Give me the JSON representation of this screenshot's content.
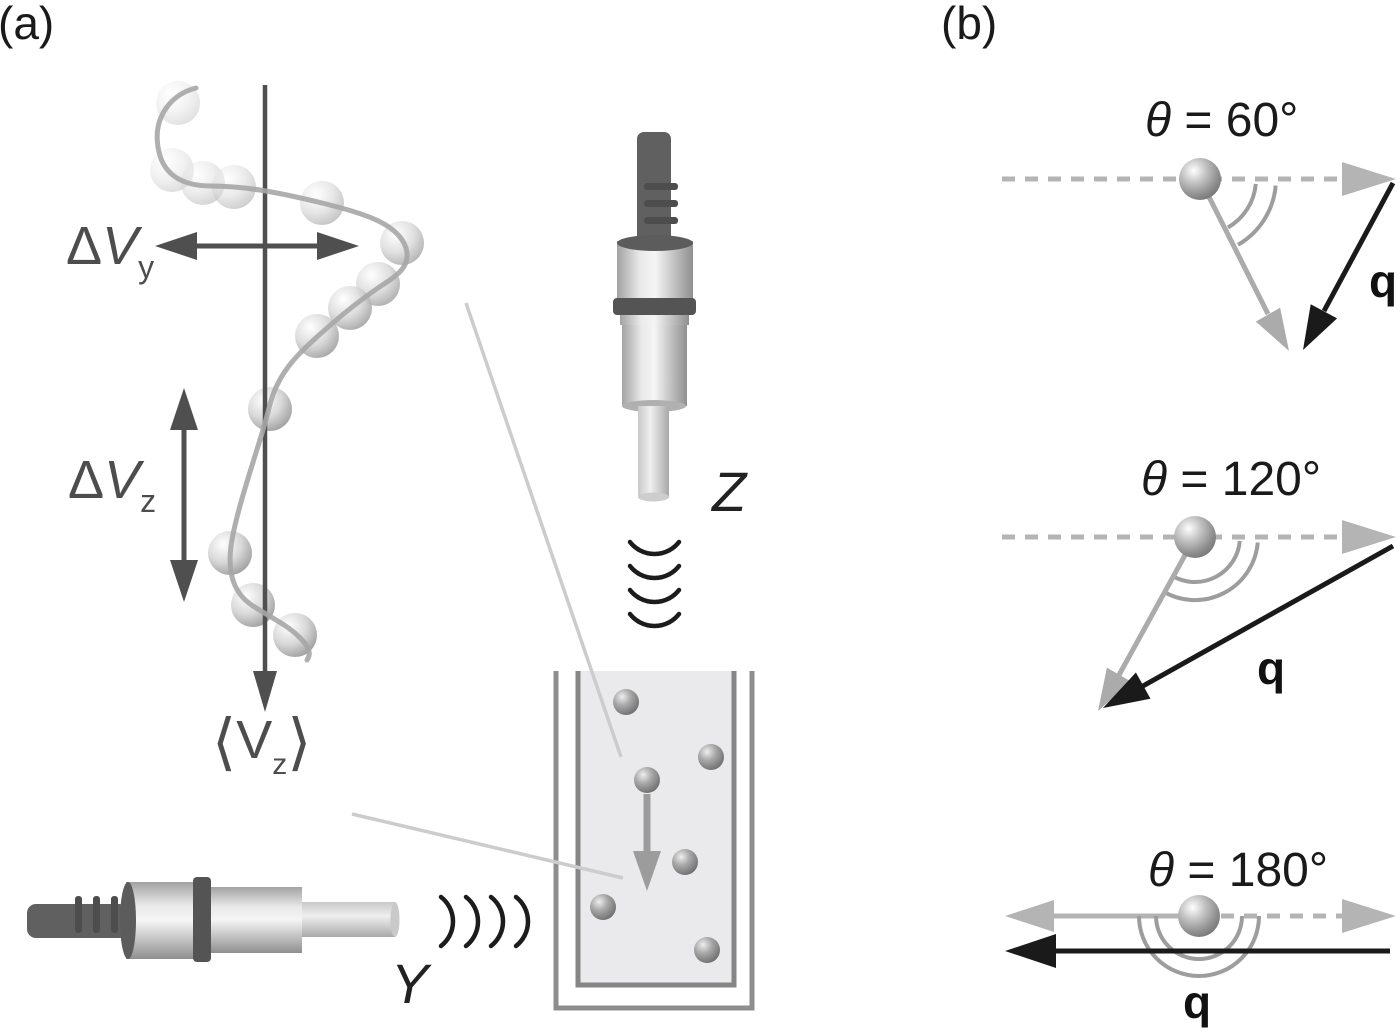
{
  "figure": {
    "panel_a_label": "(a)",
    "panel_b_label": "(b)"
  },
  "panel_a": {
    "labels": {
      "delta_vy": {
        "delta": "Δ",
        "v": "V",
        "sub": "y"
      },
      "delta_vz": {
        "delta": "Δ",
        "v": "V",
        "sub": "z"
      },
      "mean_vz": {
        "open": "⟨",
        "v": "V",
        "sub": "z",
        "close": "⟩"
      },
      "z_transducer": "Z",
      "y_transducer": "Y"
    }
  },
  "panel_b": {
    "diagrams": [
      {
        "id": "theta-60",
        "theta": "θ",
        "eq": " = 60°",
        "q": "q"
      },
      {
        "id": "theta-120",
        "theta": "θ",
        "eq": " = 120°",
        "q": "q"
      },
      {
        "id": "theta-180",
        "theta": "θ",
        "eq": " = 180°",
        "q": "q"
      }
    ]
  },
  "colors": {
    "arrow_dark": "#4f4f4f",
    "trajectory_gray": "#a6a6a6",
    "wave_black": "#1c1c1c",
    "scatter_gray": "#ababab",
    "dashed_gray": "#b4b4b4",
    "q_black": "#1a1a1a",
    "pointer_light": "#cccccc",
    "cuvette_wall": "#8a8a8a",
    "cuvette_fill": "#eaeaec"
  }
}
